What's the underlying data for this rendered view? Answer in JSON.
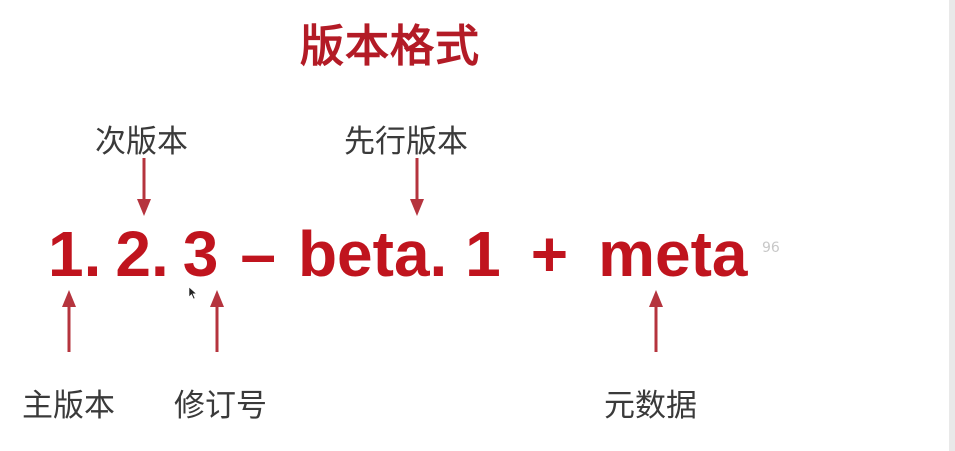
{
  "title": "版本格式",
  "labels": {
    "minor": "次版本",
    "prerelease": "先行版本",
    "major": "主版本",
    "patch": "修订号",
    "metadata": "元数据"
  },
  "version_parts": {
    "major": "1.",
    "minor": "2.",
    "patch": "3",
    "dash": "–",
    "prerelease": "beta. 1",
    "plus": "+",
    "meta": "meta"
  },
  "watermark": "96",
  "colors": {
    "title": "#b31b26",
    "version_text": "#c0141e",
    "arrow": "#b5343e",
    "label_text": "#3a3a3a"
  },
  "icons": {
    "arrow_up": "arrow-up-icon",
    "arrow_down": "arrow-down-icon",
    "cursor": "mouse-cursor-icon"
  }
}
